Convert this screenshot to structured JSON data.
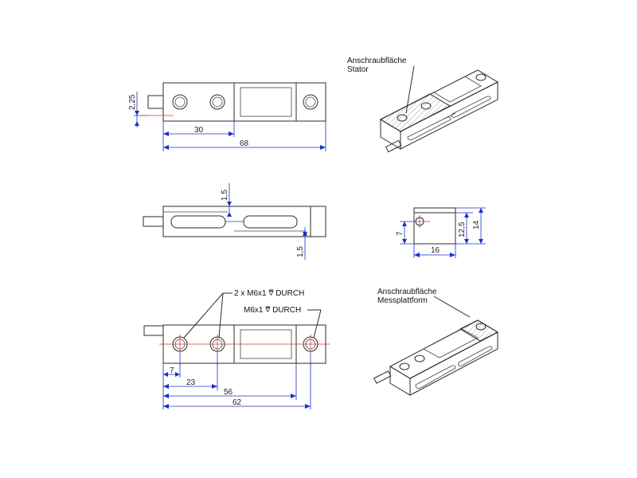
{
  "top_view": {
    "dim_offset": "2,25",
    "dim_inner": "30",
    "dim_total": "68"
  },
  "side_view": {
    "dim_top": "1,5",
    "dim_bottom": "1,5"
  },
  "bottom_view": {
    "callout_two_holes": "2 x M6x1 ⩢ DURCH",
    "callout_one_hole": "M6x1 ⩢ DURCH",
    "dim_7": "7",
    "dim_23": "23",
    "dim_56": "56",
    "dim_62": "62"
  },
  "end_view": {
    "dim_7": "7",
    "dim_12_5": "12,5",
    "dim_14": "14",
    "dim_16": "16"
  },
  "iso_top": {
    "label_line1": "Anschraubfläche",
    "label_line2": "Stator"
  },
  "iso_bottom": {
    "label_line1": "Anschraubfläche",
    "label_line2": "Messplattform"
  }
}
